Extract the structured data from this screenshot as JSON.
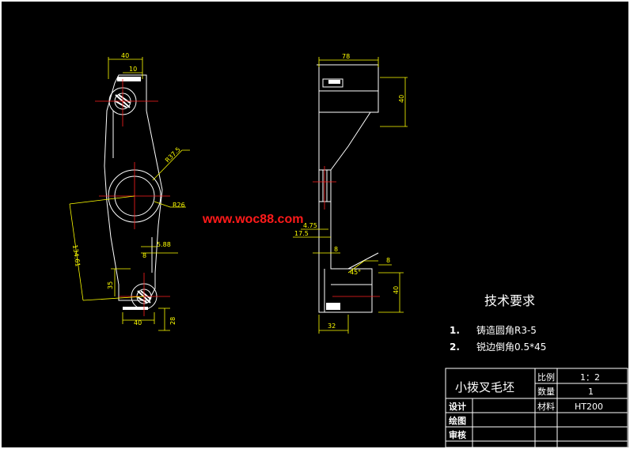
{
  "watermark": "www.woc88.com",
  "front_view": {
    "dims": {
      "top_width": "40",
      "top_offset": "10",
      "arc_r1": "R37.5",
      "arc_r2": "R26",
      "center_dist": "134.61",
      "small_len": "35",
      "slot_width": "5.88",
      "bottom_width": "40",
      "bottom_height": "28",
      "small_a": "8"
    }
  },
  "side_view": {
    "dims": {
      "top_width": "78",
      "top_height": "40",
      "d1": "4.75",
      "d2": "17.5",
      "d3": "8",
      "angle": "45°",
      "d4": "8",
      "bottom_height": "40",
      "bottom_width": "32"
    }
  },
  "tech_req": {
    "title": "技术要求",
    "items": [
      {
        "num": "1.",
        "text": "铸造圆角R3-5"
      },
      {
        "num": "2.",
        "text": "锐边倒角0.5*45"
      }
    ]
  },
  "title_block": {
    "part_name": "小拨叉毛坯",
    "scale_label": "比例",
    "scale_value": "1：2",
    "qty_label": "数量",
    "qty_value": "1",
    "material_label": "材料",
    "material_value": "HT200",
    "design_label": "设计",
    "draw_label": "绘图",
    "review_label": "审核"
  }
}
